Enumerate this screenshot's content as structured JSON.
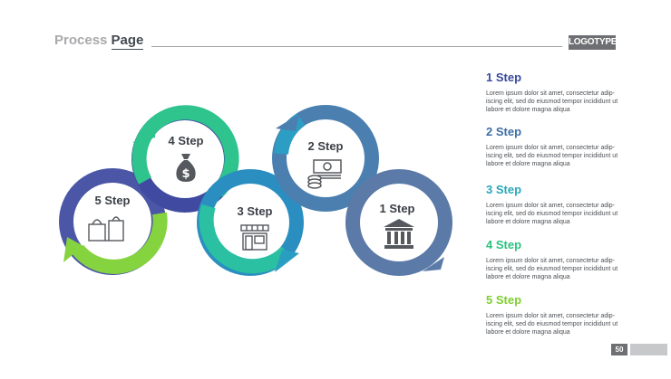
{
  "header": {
    "title_light": "Process",
    "title_dark": "Page",
    "logo": "LOGOTYPE"
  },
  "colors": {
    "step1": "#5b7aa8",
    "step2": "#4a7fb0",
    "step3": "#2ab9a9",
    "step4": "#31c98c",
    "step5": "#4b57a6",
    "step5_arrow": "#86d340",
    "title_1": "#3a4a9c",
    "title_2": "#3d6ea6",
    "title_3": "#2aa7b9",
    "title_4": "#29c27e",
    "title_5": "#7fcf2e"
  },
  "diagram": {
    "circles": [
      {
        "label": "1 Step",
        "icon": "bank-icon"
      },
      {
        "label": "2 Step",
        "icon": "money-stack-icon"
      },
      {
        "label": "3 Step",
        "icon": "store-icon"
      },
      {
        "label": "4 Step",
        "icon": "money-bag-icon"
      },
      {
        "label": "5 Step",
        "icon": "shopping-bags-icon"
      }
    ]
  },
  "steps": [
    {
      "title": "1 Step",
      "text": "Lorem ipsum dolor sit amet, consectetur adip- iscing elit, sed do eiusmod tempor incididunt ut labore et dolore magna aliqua"
    },
    {
      "title": "2 Step",
      "text": "Lorem ipsum dolor sit amet, consectetur adip- iscing elit, sed do eiusmod tempor incididunt ut labore et dolore magna aliqua"
    },
    {
      "title": "3 Step",
      "text": "Lorem ipsum dolor sit amet, consectetur adip- iscing elit, sed do eiusmod tempor incididunt ut labore et dolore magna aliqua"
    },
    {
      "title": "4 Step",
      "text": "Lorem ipsum dolor sit amet, consectetur adip- iscing elit, sed do eiusmod tempor incididunt ut labore et dolore magna aliqua"
    },
    {
      "title": "5 Step",
      "text": "Lorem ipsum dolor sit amet, consectetur adip- iscing elit, sed do eiusmod tempor incididunt ut labore et dolore magna aliqua"
    }
  ],
  "footer": {
    "page_number": "50"
  }
}
